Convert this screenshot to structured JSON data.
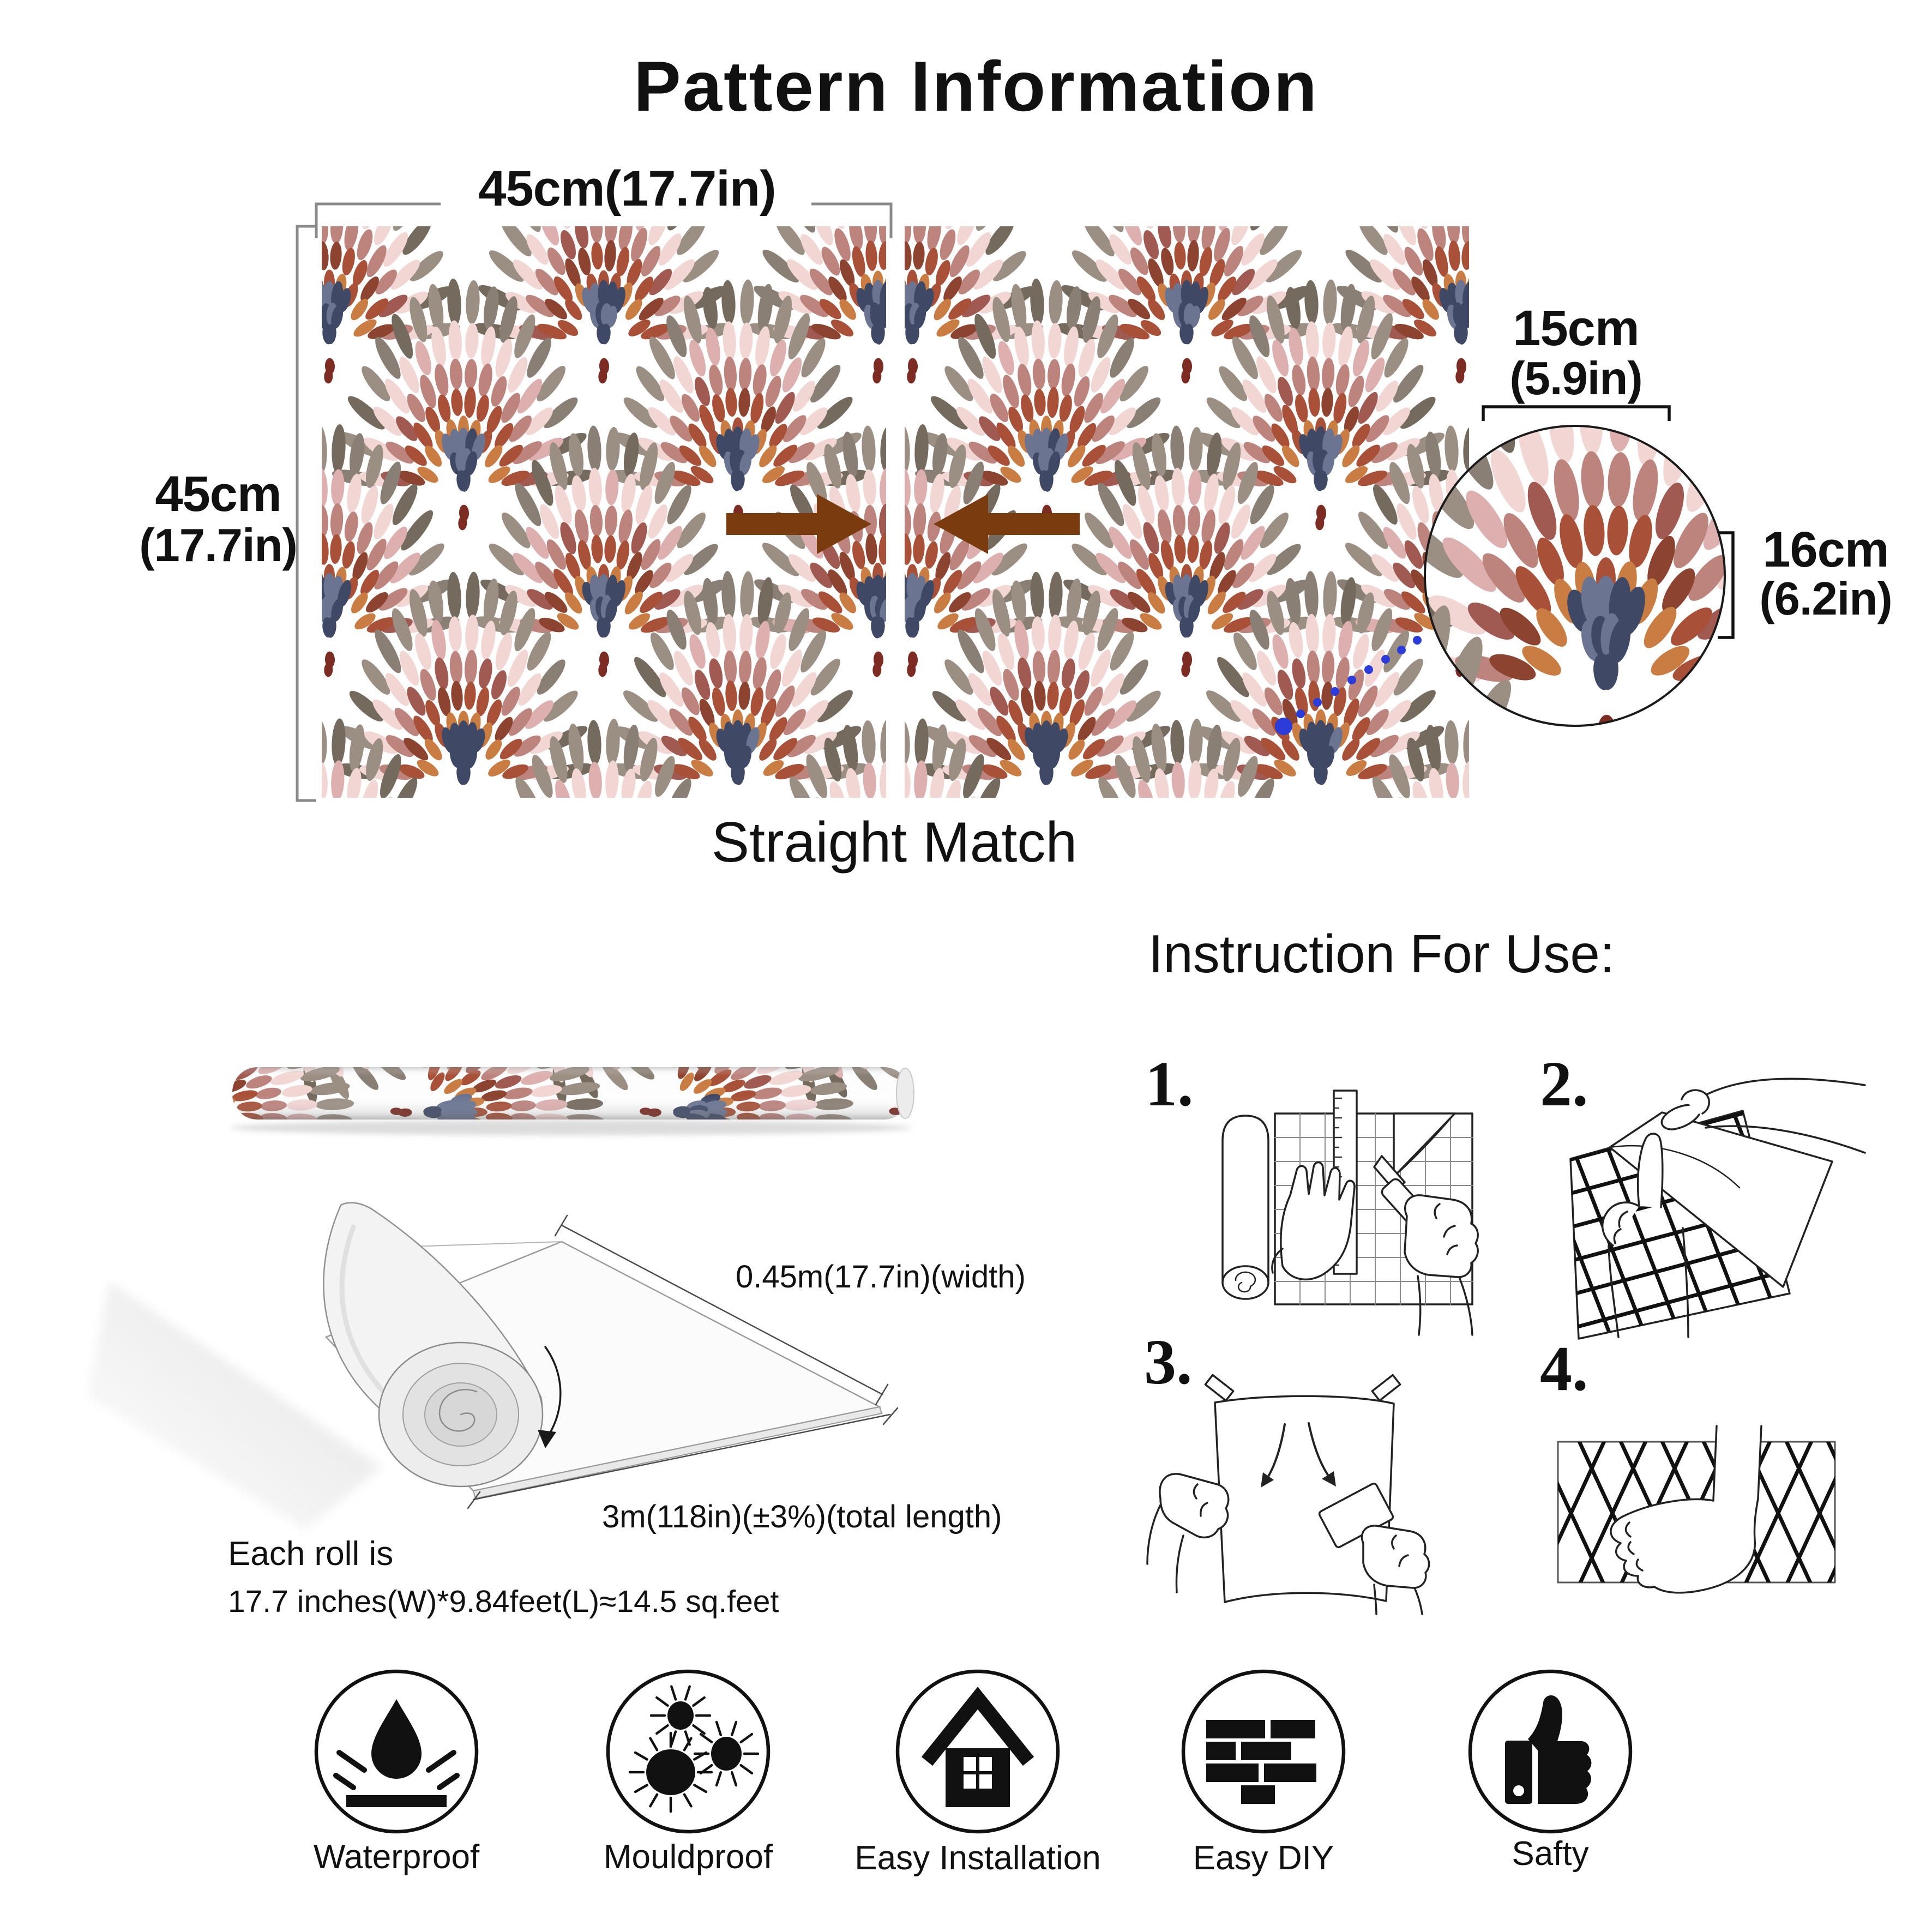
{
  "title": "Pattern Information",
  "swatch_dimensions": {
    "width_label": "45cm(17.7in)",
    "height_label_line1": "45cm",
    "height_label_line2": "(17.7in)"
  },
  "match_type": "Straight Match",
  "detail_circle": {
    "width_line1": "15cm",
    "width_line2": "(5.9in)",
    "height_line1": "16cm",
    "height_line2": "(6.2in)"
  },
  "instructions": {
    "heading": "Instruction For Use:",
    "steps": [
      {
        "number": "1.",
        "icon": "cut-wallpaper-illustration"
      },
      {
        "number": "2.",
        "icon": "peel-backing-illustration"
      },
      {
        "number": "3.",
        "icon": "hang-smooth-illustration"
      },
      {
        "number": "4.",
        "icon": "press-flat-illustration"
      }
    ]
  },
  "roll": {
    "width_label": "0.45m(17.7in)(width)",
    "length_label": "3m(118in)(±3%)(total length)",
    "size_line1": "Each roll is",
    "size_line2": "17.7 inches(W)*9.84feet(L)≈14.5 sq.feet"
  },
  "features": [
    {
      "label": "Waterproof",
      "icon": "water-drop-icon"
    },
    {
      "label": "Mouldproof",
      "icon": "mould-germs-icon"
    },
    {
      "label": "Easy Installation",
      "icon": "house-icon"
    },
    {
      "label": "Easy DIY",
      "icon": "brick-wall-icon"
    },
    {
      "label": "Safty",
      "icon": "thumbs-up-icon"
    }
  ],
  "palette": {
    "background": "#ffffff",
    "taupe": "#9b8f84",
    "taupe_dark": "#756a5e",
    "taupe_dim": "#8a7f74",
    "pink": "#f2d6d4",
    "pink_dark": "#ddb0af",
    "rose": "#bd837d",
    "rose_dark": "#a05a52",
    "rust": "#a85138",
    "rust_dark": "#8c4330",
    "orange": "#c97d42",
    "navy": "#3f4966",
    "navy_light": "#6b7591",
    "maroon": "#7c2c23"
  },
  "arrow_color": "#7a3b0e",
  "dot_color": "#2b3cd8",
  "bracket_gray": "#8a8a8a",
  "line_color": "#1a1a1a"
}
